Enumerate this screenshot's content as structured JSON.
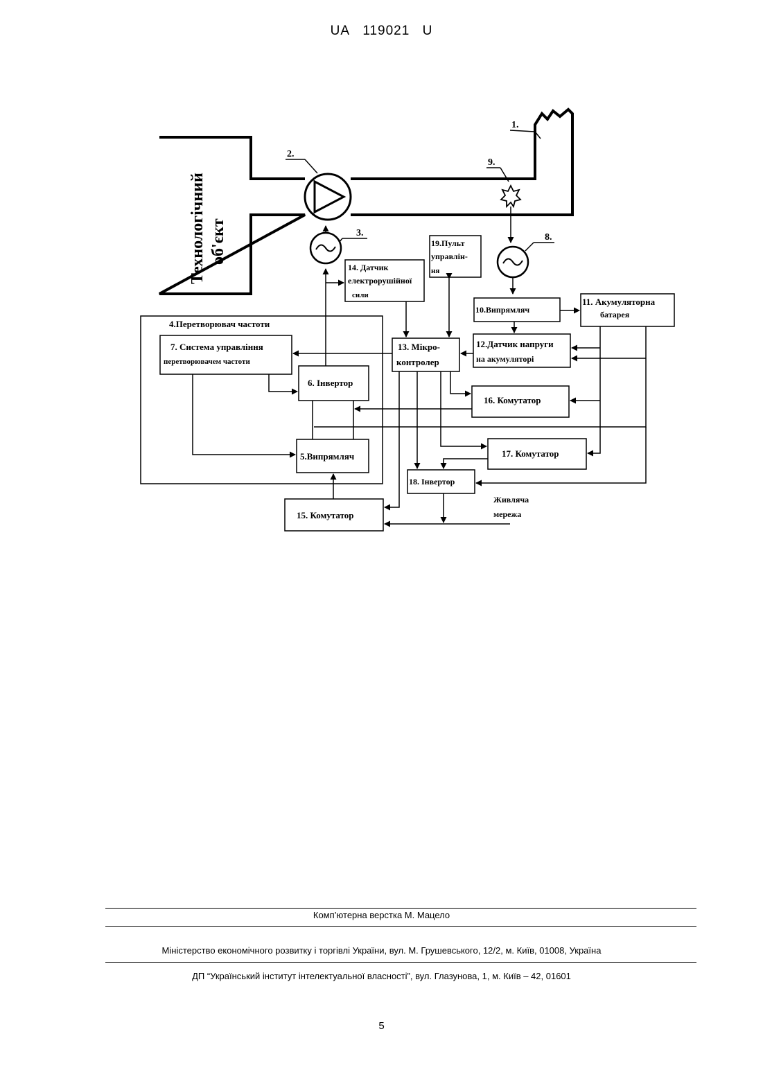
{
  "header": {
    "country": "UA",
    "number": "119021",
    "kind": "U"
  },
  "figure": {
    "object_label": [
      "Технологічний",
      "об'єкт"
    ],
    "refs": [
      "1.",
      "2.",
      "3.",
      "8.",
      "9."
    ],
    "converter_title": "4.Перетворювач частоти",
    "blocks": {
      "b5": "5.Випрямляч",
      "b6": "6. Інвертор",
      "b7": [
        "7. Система управління",
        "перетворювачем частоти"
      ],
      "b10": "10.Випрямляч",
      "b11": [
        "11. Акумуляторна",
        "батарея"
      ],
      "b12": [
        "12.Датчик напруги",
        "на акумуляторі"
      ],
      "b13": [
        "13. Мікро-",
        "контролер"
      ],
      "b14": [
        "14. Датчик",
        "електрорушійної",
        "сили"
      ],
      "b15": "15. Комутатор",
      "b16": "16. Комутатор",
      "b17": "17. Комутатор",
      "b18": "18. Інвертор",
      "b19": [
        "19.Пульт",
        "управлін-",
        "ня"
      ]
    },
    "grid": [
      "Живляча",
      "мережа"
    ]
  },
  "footer": {
    "layout": "Комп’ютерна верстка М. Мацело",
    "ministry": "Міністерство економічного розвитку і торгівлі України, вул. М. Грушевського, 12/2, м. Київ, 01008, Україна",
    "institute": "ДП “Український інститут інтелектуальної власності”, вул. Глазунова, 1, м. Київ – 42, 01601",
    "page": "5"
  }
}
